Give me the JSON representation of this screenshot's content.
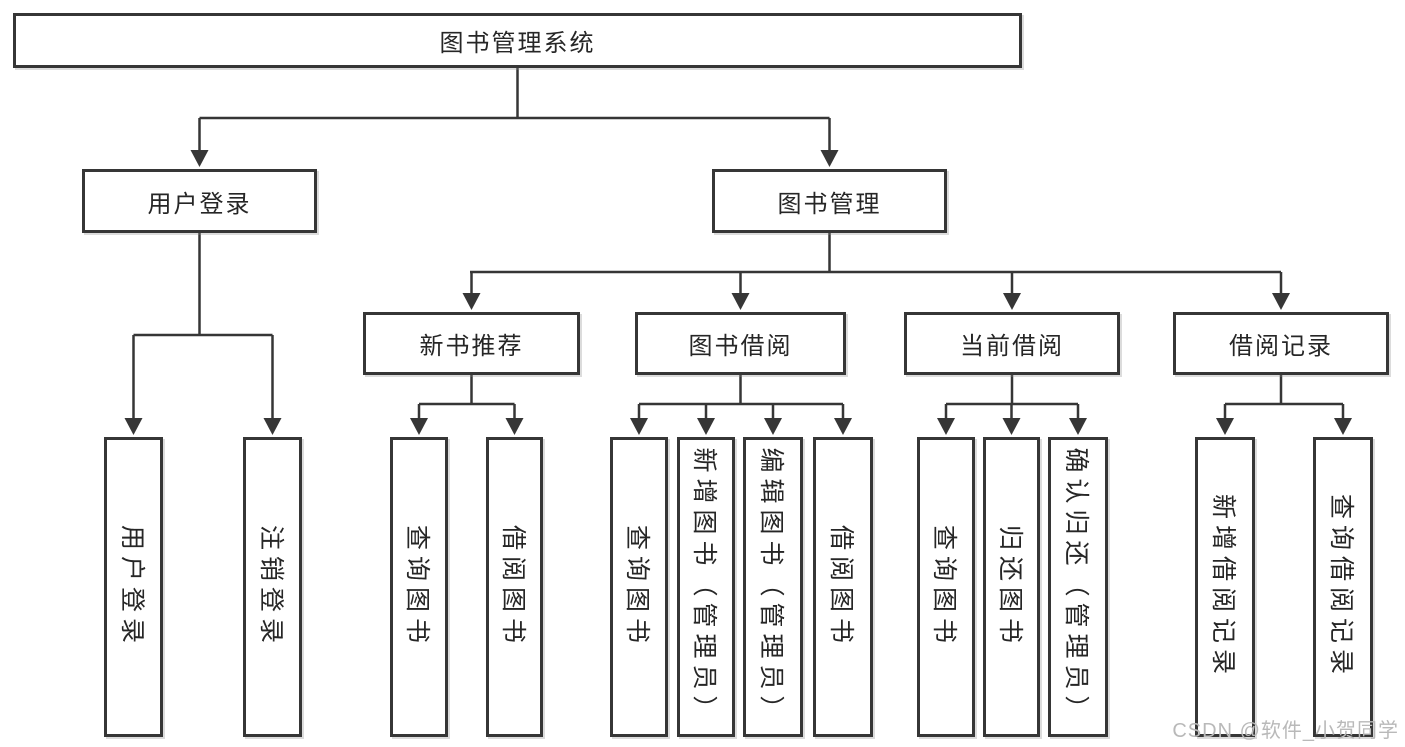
{
  "colors": {
    "line": "#363636",
    "text": "#262626",
    "background": "#ffffff",
    "watermark_gray": "#b9b9b9"
  },
  "tree": {
    "root": "图书管理系统",
    "branches": [
      {
        "label": "用户登录",
        "children": [
          "用户登录",
          "注销登录"
        ]
      },
      {
        "label": "图书管理",
        "groups": [
          {
            "label": "新书推荐",
            "children": [
              "查询图书",
              "借阅图书"
            ]
          },
          {
            "label": "图书借阅",
            "children": [
              "查询图书",
              "新增图书（管理员）",
              "编辑图书（管理员）",
              "借阅图书"
            ]
          },
          {
            "label": "当前借阅",
            "children": [
              "查询图书",
              "归还图书",
              "确认归还（管理员）"
            ]
          },
          {
            "label": "借阅记录",
            "children": [
              "新增借阅记录",
              "查询借阅记录"
            ]
          }
        ]
      }
    ]
  },
  "watermark": {
    "text": "CSDN @软件_小贺同学"
  }
}
